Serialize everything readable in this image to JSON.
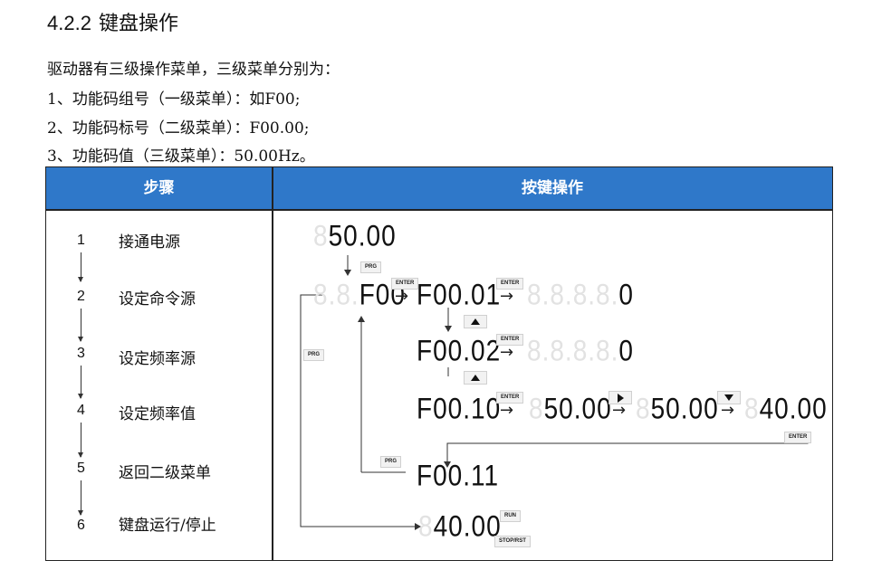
{
  "heading": {
    "number": "4.2.2",
    "title": "键盘操作"
  },
  "paragraphs": [
    "驱动器有三级操作菜单，三级菜单分别为：",
    "1、功能码组号（一级菜单）：如F00;",
    "2、功能码标号（二级菜单）：F00.00;",
    "3、功能码值（三级菜单）：50.00Hz。"
  ],
  "table": {
    "headers": [
      "步骤",
      "按键操作"
    ],
    "steps": [
      {
        "num": "1",
        "label": "接通电源"
      },
      {
        "num": "2",
        "label": "设定命令源"
      },
      {
        "num": "3",
        "label": "设定频率源"
      },
      {
        "num": "4",
        "label": "设定频率值"
      },
      {
        "num": "5",
        "label": "返回二级菜单"
      },
      {
        "num": "6",
        "label": "键盘运行/停止"
      }
    ]
  },
  "displays": {
    "d_power": {
      "ghost": "8",
      "lit": "50.00"
    },
    "d_f00": {
      "ghost": "8.8.",
      "lit": "F00"
    },
    "d_f0001": {
      "ghost": "",
      "lit": "F00.01"
    },
    "d_val0a": {
      "ghost": "8.8.8.8.",
      "lit": "0"
    },
    "d_f0002": {
      "ghost": "",
      "lit": "F00.02"
    },
    "d_val0b": {
      "ghost": "8.8.8.8.",
      "lit": "0"
    },
    "d_f0010": {
      "ghost": "",
      "lit": "F00.10"
    },
    "d_val50a": {
      "ghost": "8",
      "lit": "50.00"
    },
    "d_val50b": {
      "ghost": "8",
      "lit": "50.00"
    },
    "d_val40": {
      "ghost": "8",
      "lit": "40.00"
    },
    "d_f0011": {
      "ghost": "",
      "lit": "F00.11"
    },
    "d_run40": {
      "ghost": "8",
      "lit": "40.00"
    }
  },
  "keys": {
    "prg": "PRG",
    "enter": "ENTER",
    "run": "RUN",
    "stop": "STOP/RST"
  },
  "arrow_icons": [
    "up-arrow-key",
    "right-arrow-key",
    "down-arrow-key"
  ]
}
